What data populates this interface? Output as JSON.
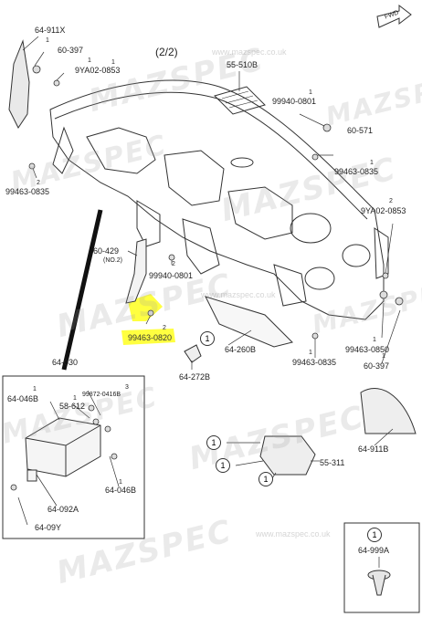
{
  "diagram": {
    "page_indicator": "(2/2)",
    "fwd_label": "FWD",
    "watermark": {
      "brand": "MAZSPEC",
      "url": "www.mazspec.co.uk"
    },
    "parts": [
      {
        "id": "p1",
        "text": "64-911X"
      },
      {
        "id": "p2",
        "text": "60-397"
      },
      {
        "id": "p3",
        "text": "9YA02-0853"
      },
      {
        "id": "p4",
        "text": "55-510B"
      },
      {
        "id": "p5",
        "text": "99940-0801"
      },
      {
        "id": "p6",
        "text": "60-571"
      },
      {
        "id": "p7",
        "text": "99463-0835"
      },
      {
        "id": "p8",
        "text": "99463-0835"
      },
      {
        "id": "p9",
        "text": "9YA02-0853"
      },
      {
        "id": "p10",
        "text": "60-429"
      },
      {
        "id": "p11",
        "text": "(NO.2)"
      },
      {
        "id": "p12",
        "text": "99940-0801"
      },
      {
        "id": "p13",
        "text": "99463-0820"
      },
      {
        "id": "p14",
        "text": "64-260B"
      },
      {
        "id": "p15",
        "text": "64-272B"
      },
      {
        "id": "p16",
        "text": "99463-0835"
      },
      {
        "id": "p17",
        "text": "99463-0850"
      },
      {
        "id": "p18",
        "text": "60-397"
      },
      {
        "id": "p19",
        "text": "64-030"
      },
      {
        "id": "p20",
        "text": "64-046B"
      },
      {
        "id": "p21",
        "text": "99872-0416B"
      },
      {
        "id": "p22",
        "text": "58-612"
      },
      {
        "id": "p23",
        "text": "64-046B"
      },
      {
        "id": "p24",
        "text": "64-092A"
      },
      {
        "id": "p25",
        "text": "64-09Y"
      },
      {
        "id": "p26",
        "text": "64-911B"
      },
      {
        "id": "p27",
        "text": "55-311"
      },
      {
        "id": "p28",
        "text": "64-999A"
      }
    ],
    "qty": [
      "1",
      "1",
      "1",
      "2",
      "1",
      "3",
      "2",
      "1",
      "2",
      "2",
      "1",
      "1",
      "1",
      "1",
      "1",
      "1"
    ],
    "callout": "1",
    "highlight_color": "#ffff00"
  }
}
